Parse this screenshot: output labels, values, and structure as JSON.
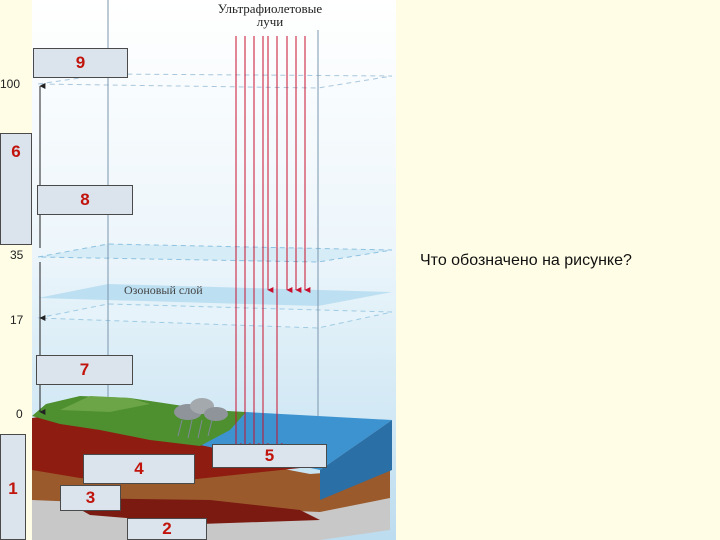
{
  "uv_label_line1": "Ультрафиолетовые",
  "uv_label_line2": "лучи",
  "ozone_label": "Озоновый слой",
  "altitude": {
    "a100": "100",
    "a35": "35",
    "a17": "17",
    "a0": "0"
  },
  "question": "Что обозначено на рисунке?",
  "boxes": {
    "b9": "9",
    "b8": "8",
    "b7": "7",
    "b6": "6",
    "b5": "5",
    "b4": "4",
    "b3": "3",
    "b2": "2",
    "b1": "1"
  },
  "colors": {
    "ray": "#c8102e",
    "number": "#c0140c",
    "page_bg": "#fffde6",
    "ozone": "#b7ddf1"
  }
}
